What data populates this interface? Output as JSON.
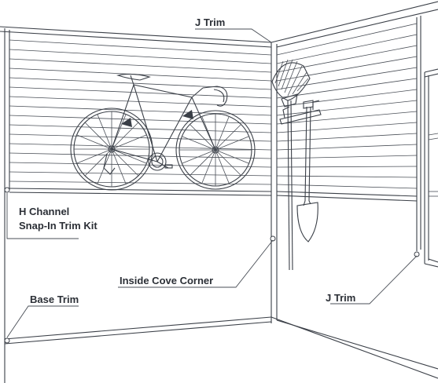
{
  "labels": {
    "j_trim_top": "J Trim",
    "h_channel_line1": "H Channel",
    "h_channel_line2": "Snap-In Trim Kit",
    "inside_cove_corner": "Inside Cove Corner",
    "base_trim": "Base Trim",
    "j_trim_right": "J Trim"
  },
  "icons": [
    "bicycle-icon",
    "rake-icon",
    "shovel-icon",
    "wall-hook-icon"
  ],
  "colors": {
    "line": "#3a3f47",
    "text": "#2b2f36",
    "background": "#ffffff"
  }
}
